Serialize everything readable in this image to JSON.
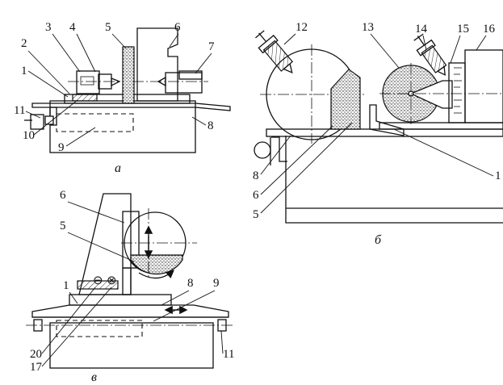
{
  "views": {
    "a": {
      "caption": "а",
      "labels": [
        "1",
        "2",
        "3",
        "4",
        "5",
        "6",
        "7",
        "8",
        "9",
        "10",
        "11"
      ]
    },
    "b": {
      "caption": "б",
      "labels": [
        "12",
        "13",
        "14",
        "15",
        "16",
        "1",
        "8",
        "6",
        "5"
      ]
    },
    "v": {
      "caption": "в",
      "labels": [
        "6",
        "5",
        "1",
        "8",
        "9",
        "20",
        "17",
        "11"
      ]
    }
  },
  "icons": {
    "minus_symbol": "⊖",
    "cross_symbol": "⊗"
  }
}
